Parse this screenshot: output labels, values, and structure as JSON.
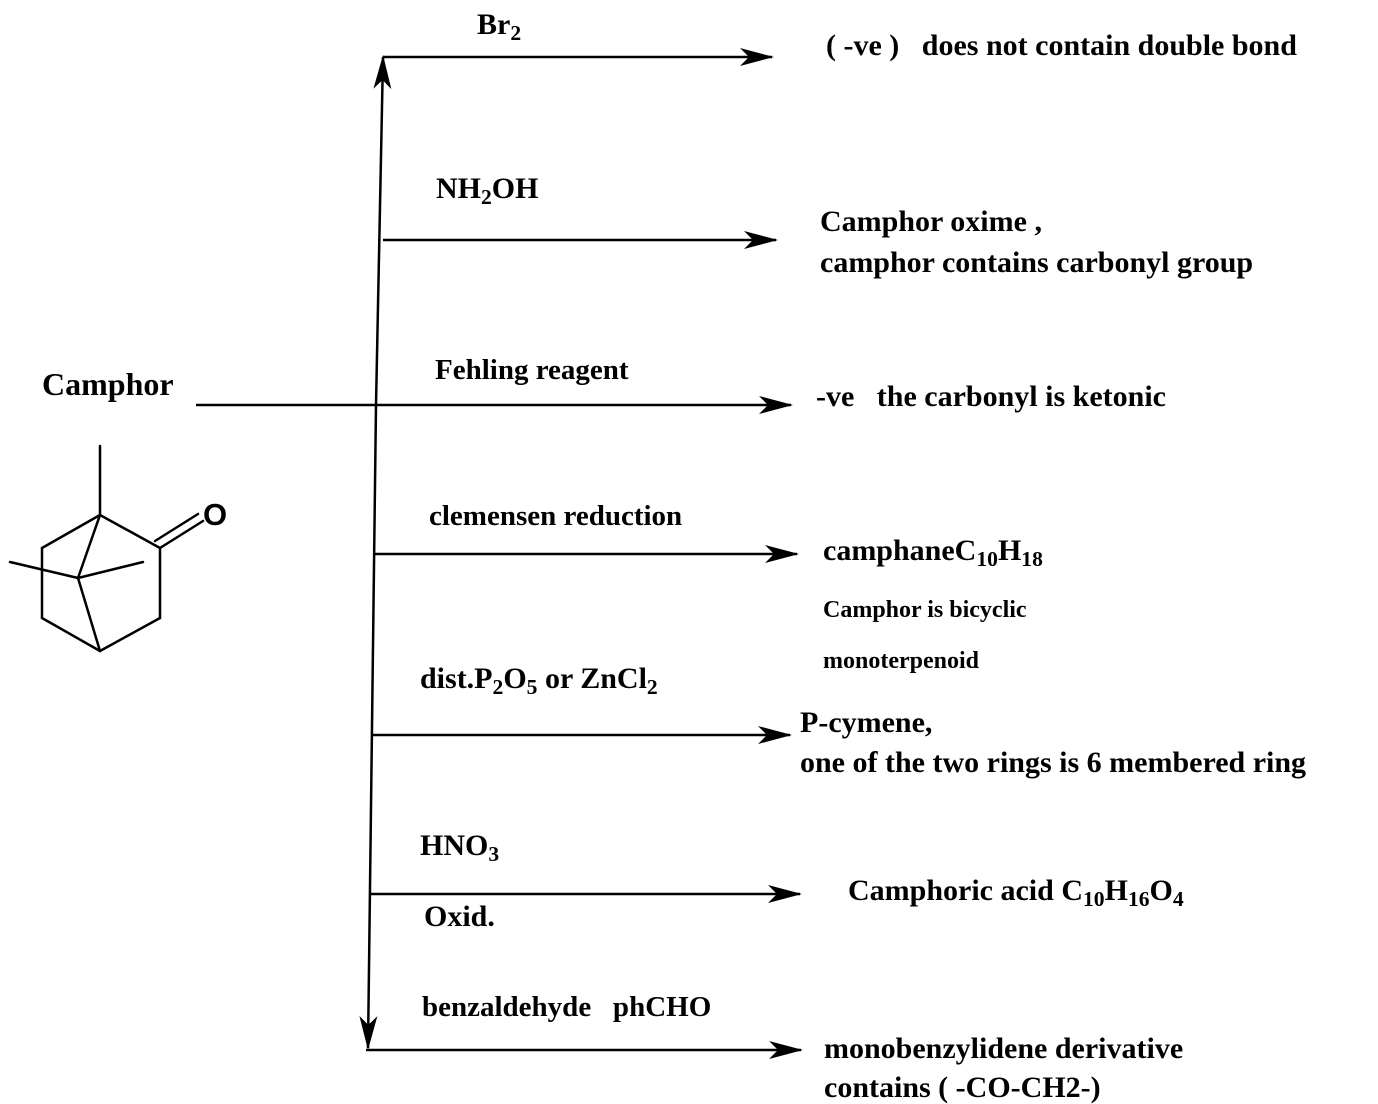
{
  "source": {
    "label": "Camphor",
    "oxygen_atom": "O"
  },
  "reactions": [
    {
      "reagent": {
        "parts": [
          "Br",
          "2"
        ]
      },
      "results": [
        {
          "parts": [
            "( -ve )   does not contain double bond"
          ]
        }
      ]
    },
    {
      "reagent": {
        "parts": [
          "NH",
          "2",
          "OH"
        ]
      },
      "results": [
        {
          "parts": [
            "Camphor oxime ,"
          ]
        },
        {
          "parts": [
            "camphor contains carbonyl group"
          ]
        }
      ]
    },
    {
      "reagent": {
        "parts": [
          "Fehling reagent"
        ]
      },
      "results": [
        {
          "parts": [
            "-ve   the carbonyl is ketonic"
          ]
        }
      ]
    },
    {
      "reagent": {
        "parts": [
          "clemensen reduction"
        ]
      },
      "results": [
        {
          "parts": [
            "camphaneC",
            "10",
            "H",
            "18"
          ]
        },
        {
          "parts": [
            "Camphor is bicyclic"
          ]
        },
        {
          "parts": [
            "monoterpenoid"
          ]
        }
      ]
    },
    {
      "reagent": {
        "parts": [
          "dist.P",
          "2",
          "O",
          "5",
          " or ZnCl",
          "2"
        ]
      },
      "results": [
        {
          "parts": [
            "P-cymene,"
          ]
        },
        {
          "parts": [
            "one of the two rings is 6 membered ring"
          ]
        }
      ]
    },
    {
      "reagent": {
        "parts": [
          "HNO",
          "3"
        ],
        "note": "Oxid."
      },
      "results": [
        {
          "parts": [
            "Camphoric acid C",
            "10",
            "H",
            "16",
            "O",
            "4"
          ]
        }
      ]
    },
    {
      "reagent": {
        "parts": [
          "benzaldehyde   phCHO"
        ]
      },
      "results": [
        {
          "parts": [
            "monobenzylidene derivative"
          ]
        },
        {
          "parts": [
            "contains ( -CO-CH2-)"
          ]
        }
      ]
    }
  ]
}
